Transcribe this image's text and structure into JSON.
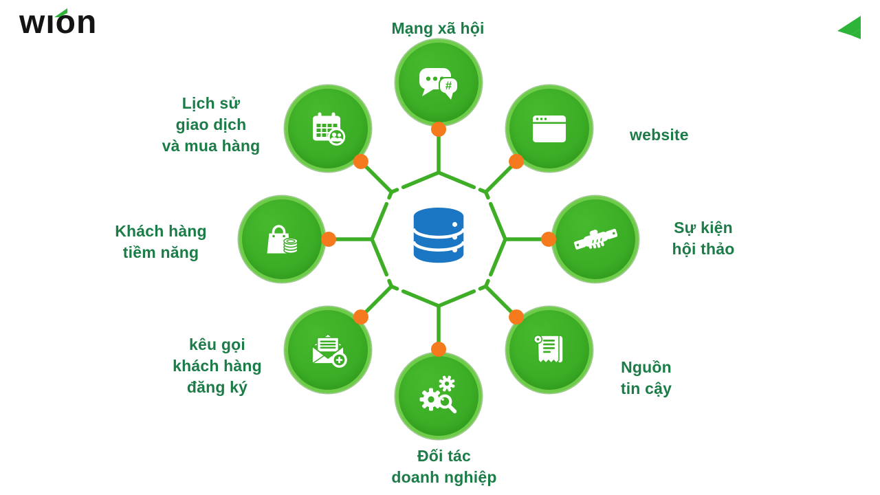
{
  "brand": {
    "logo_text": "wıon",
    "logo_accent_icon": "flag-arrow",
    "corner_icon": "flag-arrow"
  },
  "colors": {
    "node_fill": "#3cae26",
    "node_border": "#6fcc4a",
    "line_green": "#3fae27",
    "dot_orange": "#f5791d",
    "db_blue": "#1b76c4",
    "label_text": "#1b7c47",
    "logo_black": "#141414",
    "accent_green": "#2fb43a"
  },
  "center": {
    "icon": "database"
  },
  "nodes": [
    {
      "id": "social-network",
      "icon": "chat-bubbles",
      "label_lines": [
        "Mạng xã hội"
      ]
    },
    {
      "id": "website",
      "icon": "browser-window",
      "label_lines": [
        "website"
      ]
    },
    {
      "id": "events",
      "icon": "handshake",
      "label_lines": [
        "Sự kiện",
        "hội thảo"
      ]
    },
    {
      "id": "trusted-source",
      "icon": "receipt",
      "label_lines": [
        "Nguồn",
        "tin cậy"
      ]
    },
    {
      "id": "business-partners",
      "icon": "gears-search",
      "label_lines": [
        "Đối tác",
        "doanh nghiệp"
      ]
    },
    {
      "id": "signup-call",
      "icon": "envelope-plus",
      "label_lines": [
        "kêu gọi",
        "khách hàng",
        "đăng ký"
      ]
    },
    {
      "id": "potential-customers",
      "icon": "shopping-bag-coins",
      "label_lines": [
        "Khách hàng",
        "tiềm năng"
      ]
    },
    {
      "id": "transaction-history",
      "icon": "calendar-users",
      "label_lines": [
        "Lịch sử",
        "giao dịch",
        "và mua hàng"
      ]
    }
  ]
}
